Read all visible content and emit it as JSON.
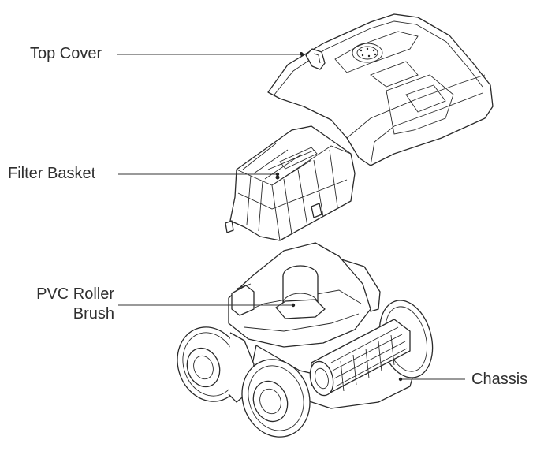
{
  "labels": {
    "top_cover": "Top Cover",
    "filter_basket": "Filter Basket",
    "pvc_roller_brush_line1": "PVC Roller",
    "pvc_roller_brush_line2": "Brush",
    "chassis": "Chassis"
  },
  "colors": {
    "line": "#2a2a2a",
    "text": "#2f2f2f",
    "background": "#ffffff"
  }
}
